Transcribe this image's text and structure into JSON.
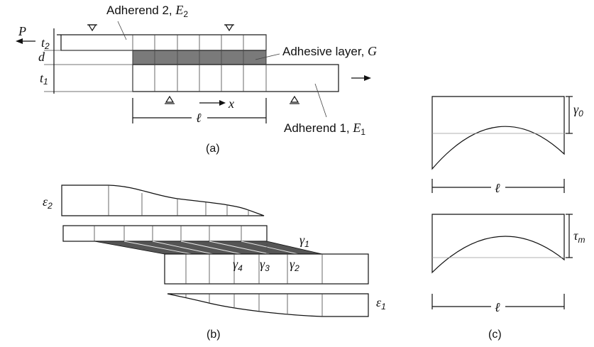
{
  "panel_a": {
    "adherend2_label": "Adherend 2, ",
    "adherend2_sym": "E",
    "adherend2_sub": "2",
    "adhesive_label": "Adhesive layer, ",
    "adhesive_sym": "G",
    "adherend1_label": "Adherend 1, ",
    "adherend1_sym": "E",
    "adherend1_sub": "1",
    "force": "P",
    "t2": "t",
    "t2_sub": "2",
    "d": "d",
    "t1": "t",
    "t1_sub": "1",
    "x": "x",
    "length": "ℓ",
    "caption": "(a)"
  },
  "panel_b": {
    "eps2": "ε",
    "eps2_sub": "2",
    "eps1": "ε",
    "eps1_sub": "1",
    "g1": "γ",
    "g1_sub": "1",
    "g2": "γ",
    "g2_sub": "2",
    "g3": "γ",
    "g3_sub": "3",
    "g4": "γ",
    "g4_sub": "4",
    "caption": "(b)"
  },
  "panel_c": {
    "gamma0": "γ",
    "gamma0_sub": "0",
    "tau": "τ",
    "tau_sub": "m",
    "length_top": "ℓ",
    "length_bottom": "ℓ",
    "caption": "(c)"
  }
}
